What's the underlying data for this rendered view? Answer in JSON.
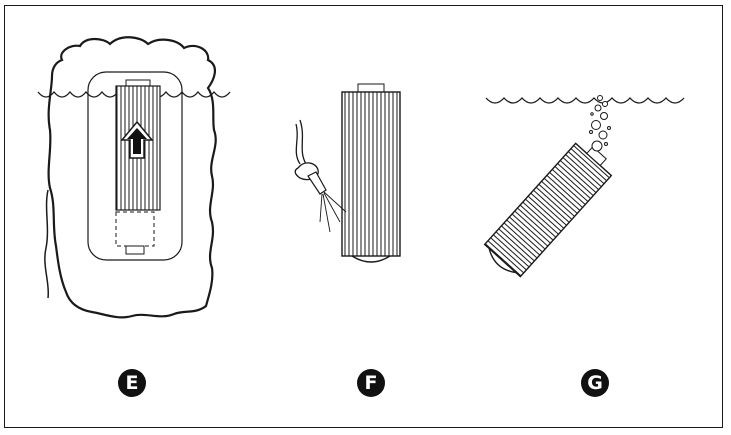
{
  "panels": [
    {
      "id": "E",
      "label": "E",
      "arrow_icon": "up-arrow-icon"
    },
    {
      "id": "F",
      "label": "F",
      "tool_icon": "hose-nozzle-icon"
    },
    {
      "id": "G",
      "label": "G",
      "bubbles_icon": "air-bubbles-icon"
    }
  ],
  "colors": {
    "ink": "#1a1a1a",
    "badge": "#111111",
    "badge_text": "#ffffff",
    "background": "#ffffff"
  }
}
